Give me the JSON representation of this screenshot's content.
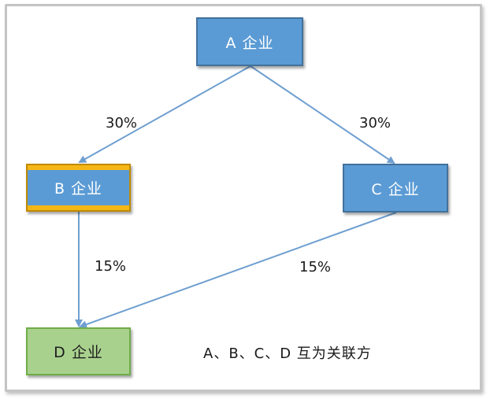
{
  "diagram": {
    "nodes": {
      "a": {
        "label": "A 企业"
      },
      "b": {
        "label": "B 企业"
      },
      "c": {
        "label": "C 企业"
      },
      "d": {
        "label": "D 企业"
      }
    },
    "edges": {
      "a_to_b": {
        "from": "a",
        "to": "b",
        "label": "30%"
      },
      "a_to_c": {
        "from": "a",
        "to": "c",
        "label": "30%"
      },
      "b_to_d": {
        "from": "b",
        "to": "d",
        "label": "15%"
      },
      "c_to_d": {
        "from": "c",
        "to": "d",
        "label": "15%"
      }
    },
    "note": "A、B、C、D 互为关联方"
  },
  "colors": {
    "node_fill": "#5b9bd5",
    "node_border": "#41719c",
    "highlight_bar": "#f5b716",
    "d_fill": "#a9d18e",
    "d_border": "#70ad47",
    "connector": "#6f9fd0"
  }
}
